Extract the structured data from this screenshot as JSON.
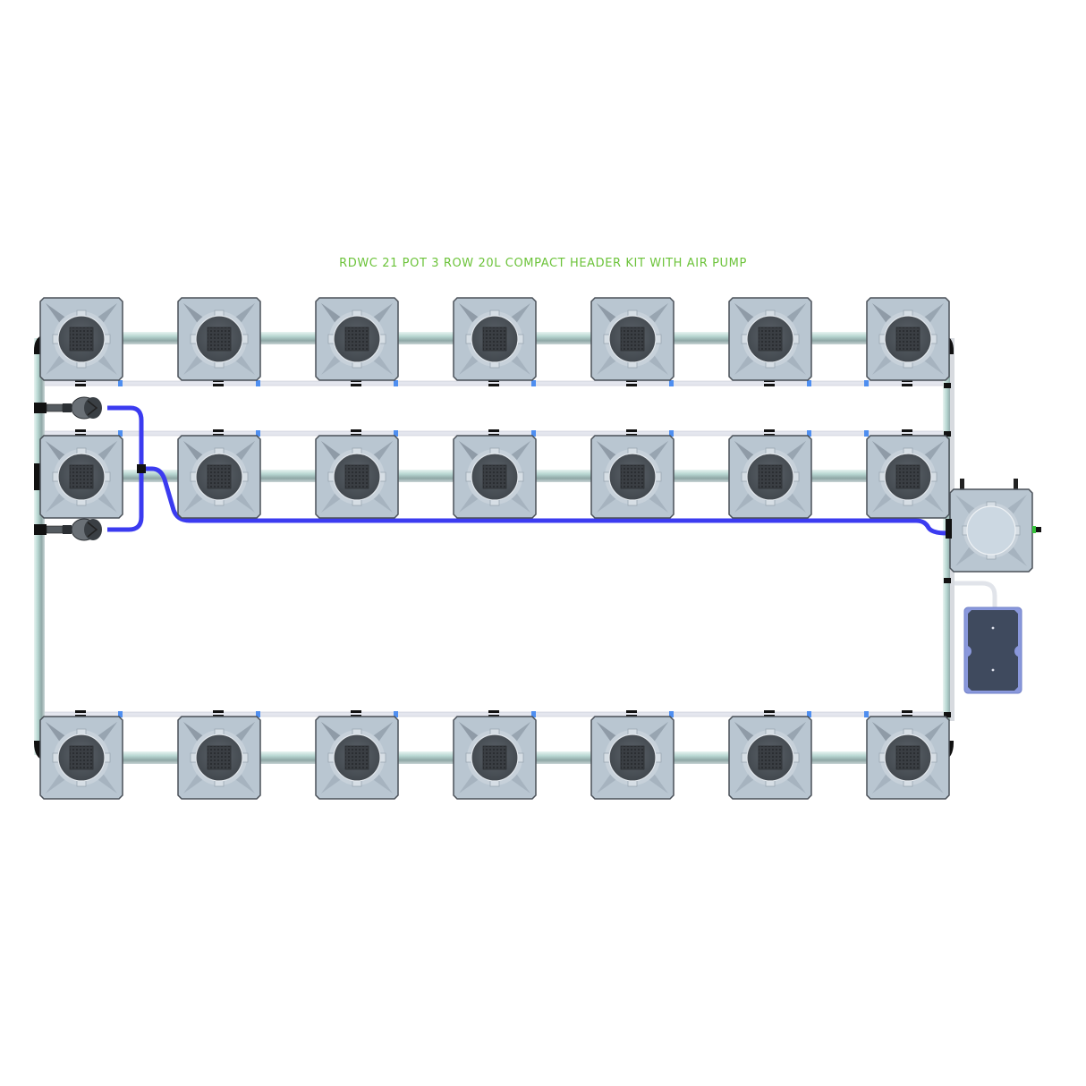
{
  "title": "RDWC 21 POT 3 ROW 20L COMPACT HEADER KIT WITH AIR PUMP",
  "system": {
    "pot_count": 21,
    "row_count": 3,
    "pots_per_row": 7,
    "pot_volume": "20L",
    "rows": [
      {
        "name": "row-1",
        "pots": 7
      },
      {
        "name": "row-2",
        "pots": 7
      },
      {
        "name": "row-3",
        "pots": 7
      }
    ],
    "components": [
      "pots",
      "header-pipes",
      "return-pipes",
      "air-lines",
      "water-pumps",
      "control-bucket",
      "air-pump"
    ]
  },
  "colors": {
    "title": "#6cc33a",
    "pot_body": "#b9c6d1",
    "pot_lid": "#4d5359",
    "pipe": "#a9c9c4",
    "water_hose": "#3b3bf0",
    "air_line": "#e4e6ee",
    "air_pump": "#3f4a5e",
    "air_pump_border": "#7f8fd6"
  }
}
